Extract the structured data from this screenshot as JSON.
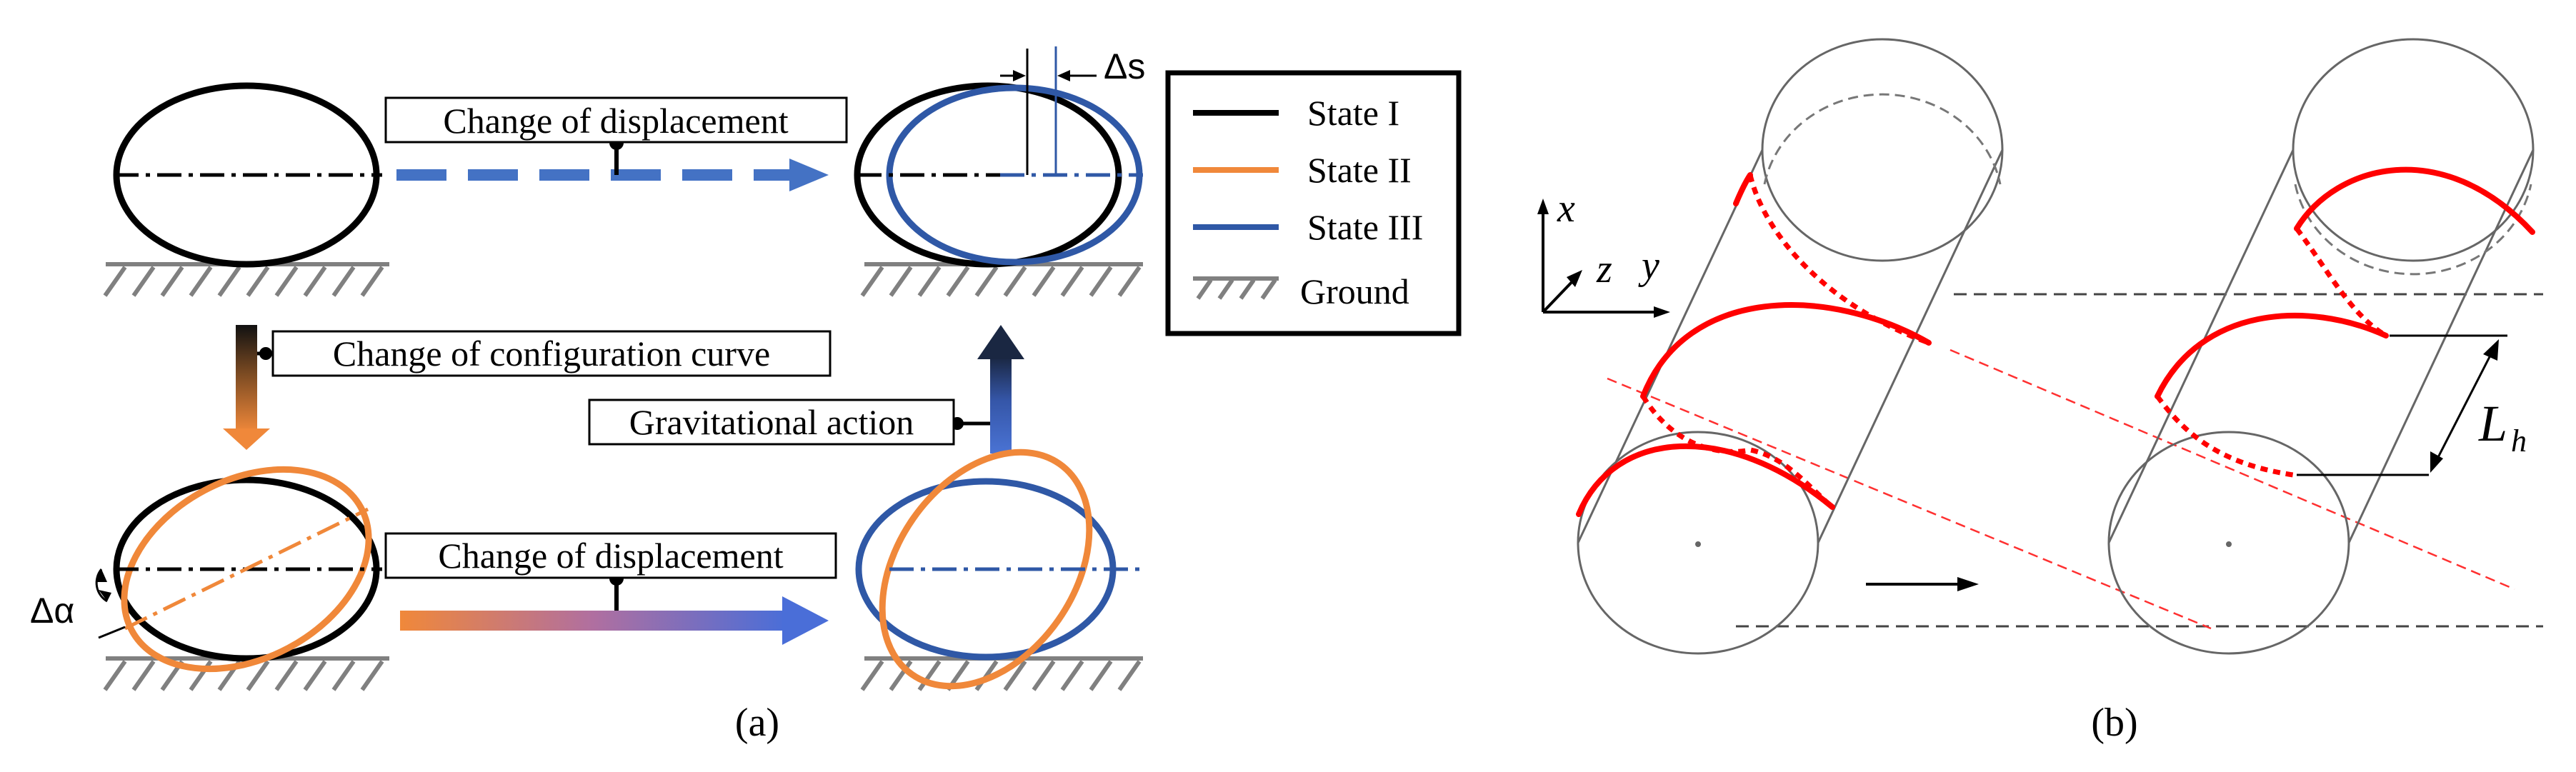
{
  "panel_a": {
    "caption": "(a)",
    "labels": {
      "displacement_top": "Change of displacement",
      "displacement_bottom": "Change of displacement",
      "configuration_curve": "Change of configuration curve",
      "gravitational": "Gravitational action"
    },
    "delta_s": "Δs",
    "delta_alpha": "Δα",
    "legend": [
      {
        "label": "State I",
        "color": "#000000"
      },
      {
        "label": "State II",
        "color": "#f0883a"
      },
      {
        "label": "State III",
        "color": "#2f58a6"
      },
      {
        "label": "Ground",
        "color": "#808080"
      }
    ]
  },
  "panel_b": {
    "caption": "(b)",
    "axes": {
      "x": "x",
      "y": "y",
      "z": "z"
    },
    "length_label": "L",
    "length_subscript": "h"
  },
  "colors": {
    "black": "#000000",
    "orange": "#f0883a",
    "blue": "#2f58a6",
    "arrow_blue": "#4472c4",
    "ground": "#808080",
    "red": "#ff0000"
  }
}
